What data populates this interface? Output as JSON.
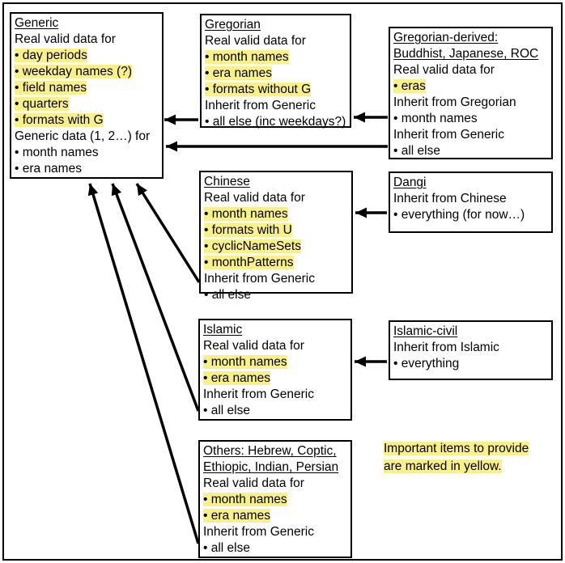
{
  "colors": {
    "background": "#ffffff",
    "text": "#000000",
    "box_border": "#000000",
    "arrow": "#000000",
    "highlight": "#F9F08C"
  },
  "boxes": [
    {
      "id": "generic",
      "title_lines": [
        "Generic"
      ],
      "lines": [
        {
          "text": "Real valid data for",
          "bullet": false,
          "highlight": false
        },
        {
          "text": "day periods",
          "bullet": true,
          "highlight": true
        },
        {
          "text": "weekday names (?)",
          "bullet": true,
          "highlight": true
        },
        {
          "text": "field names",
          "bullet": true,
          "highlight": true
        },
        {
          "text": "quarters",
          "bullet": true,
          "highlight": true
        },
        {
          "text": "formats with G",
          "bullet": true,
          "highlight": true
        },
        {
          "text": "Generic data (1, 2…) for",
          "bullet": false,
          "highlight": false
        },
        {
          "text": "month names",
          "bullet": true,
          "highlight": false
        },
        {
          "text": "era names",
          "bullet": true,
          "highlight": false
        }
      ]
    },
    {
      "id": "gregorian",
      "title_lines": [
        "Gregorian"
      ],
      "lines": [
        {
          "text": "Real valid data for",
          "bullet": false,
          "highlight": false
        },
        {
          "text": "month names",
          "bullet": true,
          "highlight": true
        },
        {
          "text": "era names",
          "bullet": true,
          "highlight": true
        },
        {
          "text": "formats without G",
          "bullet": true,
          "highlight": true
        },
        {
          "text": "Inherit from Generic",
          "bullet": false,
          "highlight": false
        },
        {
          "text": "all else (inc weekdays?)",
          "bullet": true,
          "highlight": false
        }
      ]
    },
    {
      "id": "gregorian-derived",
      "title_lines": [
        "Gregorian-derived:",
        "Buddhist, Japanese, ROC"
      ],
      "lines": [
        {
          "text": "Real valid data for",
          "bullet": false,
          "highlight": false
        },
        {
          "text": "eras",
          "bullet": true,
          "highlight": true
        },
        {
          "text": "Inherit from Gregorian",
          "bullet": false,
          "highlight": false
        },
        {
          "text": "month names",
          "bullet": true,
          "highlight": false
        },
        {
          "text": "Inherit from Generic",
          "bullet": false,
          "highlight": false
        },
        {
          "text": "all else",
          "bullet": true,
          "highlight": false
        }
      ]
    },
    {
      "id": "chinese",
      "title_lines": [
        "Chinese"
      ],
      "lines": [
        {
          "text": "Real valid data for",
          "bullet": false,
          "highlight": false
        },
        {
          "text": "month names",
          "bullet": true,
          "highlight": true
        },
        {
          "text": "formats with U",
          "bullet": true,
          "highlight": true
        },
        {
          "text": "cyclicNameSets",
          "bullet": true,
          "highlight": true
        },
        {
          "text": "monthPatterns",
          "bullet": true,
          "highlight": true
        },
        {
          "text": "Inherit from Generic",
          "bullet": false,
          "highlight": false
        },
        {
          "text": "all else",
          "bullet": true,
          "highlight": false
        }
      ]
    },
    {
      "id": "dangi",
      "title_lines": [
        "Dangi"
      ],
      "lines": [
        {
          "text": "Inherit from Chinese",
          "bullet": false,
          "highlight": false
        },
        {
          "text": "everything (for now…)",
          "bullet": true,
          "highlight": false
        }
      ]
    },
    {
      "id": "islamic",
      "title_lines": [
        "Islamic"
      ],
      "lines": [
        {
          "text": "Real valid data for",
          "bullet": false,
          "highlight": false
        },
        {
          "text": "month names",
          "bullet": true,
          "highlight": true
        },
        {
          "text": "era names",
          "bullet": true,
          "highlight": true
        },
        {
          "text": "Inherit from Generic",
          "bullet": false,
          "highlight": false
        },
        {
          "text": "all else",
          "bullet": true,
          "highlight": false
        }
      ]
    },
    {
      "id": "islamic-civil",
      "title_lines": [
        "Islamic-civil"
      ],
      "lines": [
        {
          "text": "Inherit from Islamic",
          "bullet": false,
          "highlight": false
        },
        {
          "text": "everything",
          "bullet": true,
          "highlight": false
        }
      ]
    },
    {
      "id": "others",
      "title_lines": [
        "Others: Hebrew, Coptic,",
        "Ethiopic, Indian, Persian"
      ],
      "lines": [
        {
          "text": "Real valid data for",
          "bullet": false,
          "highlight": false
        },
        {
          "text": "month names",
          "bullet": true,
          "highlight": true
        },
        {
          "text": "era names",
          "bullet": true,
          "highlight": true
        },
        {
          "text": "Inherit from Generic",
          "bullet": false,
          "highlight": false
        },
        {
          "text": "all else",
          "bullet": true,
          "highlight": false
        }
      ]
    }
  ],
  "note": {
    "lines": [
      "Important items to provide",
      "are marked in yellow."
    ]
  },
  "arrows": [
    {
      "from": "gregorian",
      "to": "generic"
    },
    {
      "from": "gregorian-derived",
      "to": "gregorian"
    },
    {
      "from": "gregorian-derived",
      "to": "generic"
    },
    {
      "from": "dangi",
      "to": "chinese"
    },
    {
      "from": "islamic-civil",
      "to": "islamic"
    },
    {
      "from": "chinese",
      "to": "generic"
    },
    {
      "from": "islamic",
      "to": "generic"
    },
    {
      "from": "others",
      "to": "generic"
    }
  ]
}
